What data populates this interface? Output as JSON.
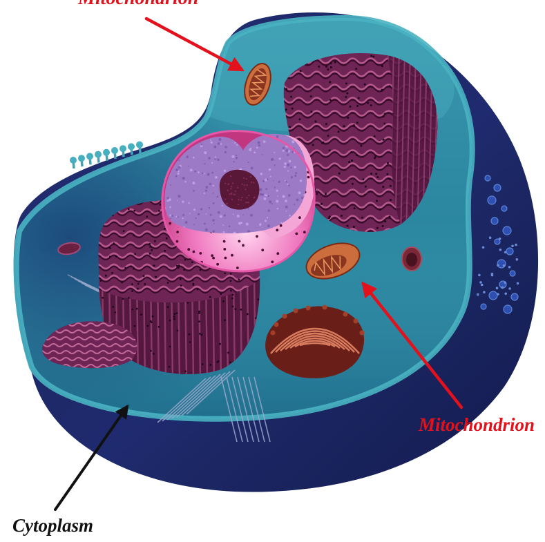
{
  "labels": {
    "mitochondrion_top": {
      "text": "Mitochondrion",
      "color": "#e3111b"
    },
    "mitochondrion_right": {
      "text": "Mitochondrion",
      "color": "#e3111b"
    },
    "cytoplasm": {
      "text": "Cytoplasm",
      "color": "#111111"
    }
  },
  "arrows": {
    "red": "#e3111b",
    "black": "#111111"
  },
  "colors": {
    "cell_body": "#1f2b6f",
    "cytoplasm_plane": "#2b86a0",
    "membrane": "#49b2c2",
    "rough_er": "#6e2455",
    "nucleus_envelope": "#e657a8",
    "nucleus_interior": "#9d7ac6",
    "nucleolus": "#5a1838",
    "mitochondrion": "#cc6d3d",
    "golgi": "#6a1e18"
  }
}
